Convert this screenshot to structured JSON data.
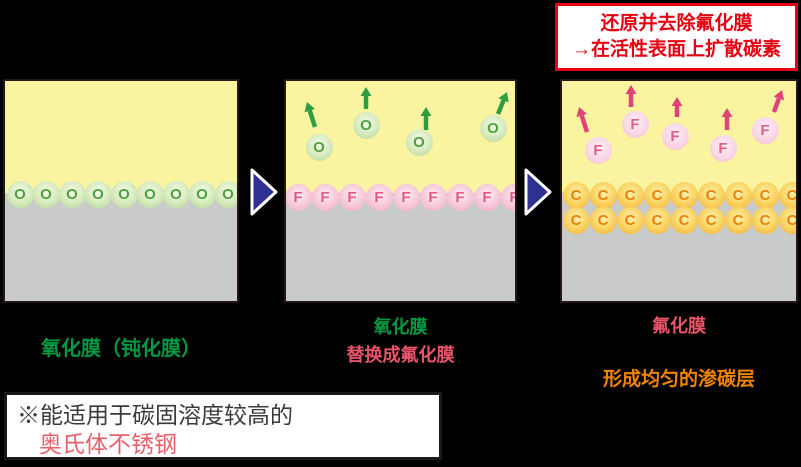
{
  "colors": {
    "background": "#000000",
    "panel_yellow": "#FAF3A0",
    "panel_gray": "#C9CACA",
    "panel_border": "#231815",
    "green": "#009944",
    "pink": "#E8546A",
    "orange": "#F08300",
    "red": "#E60012",
    "navy": "#2E3192",
    "green_arrow": "#2F9E41",
    "pink_arrow": "#E0437A",
    "note_dark": "#3E3A39",
    "note_red": "#E8606B"
  },
  "callout": {
    "line1": "还原并去除氟化膜",
    "line2": "→在活性表面上扩散碳素"
  },
  "panels": [
    {
      "name": "oxide-film-panel",
      "surface": {
        "symbol": "O",
        "count": 9,
        "rows": 1,
        "style": "green",
        "atom_name": "oxygen-atom"
      },
      "floating": {
        "symbol": "",
        "count": 0,
        "style": "",
        "atom_name": ""
      },
      "arrow_color_key": "green_arrow",
      "caption_lines": [
        {
          "text": "氧化膜（钝化膜）",
          "color_key": "green"
        }
      ]
    },
    {
      "name": "fluoride-replacement-panel",
      "surface": {
        "symbol": "F",
        "count": 9,
        "rows": 1,
        "style": "pink",
        "atom_name": "fluorine-atom"
      },
      "floating": {
        "symbol": "O",
        "count": 4,
        "style": "green",
        "atom_name": "oxygen-atom"
      },
      "arrow_color_key": "green_arrow",
      "caption_lines": [
        {
          "text": "氧化膜",
          "color_key": "green"
        },
        {
          "text": "替换成氟化膜",
          "color_key": "pink"
        }
      ]
    },
    {
      "name": "carburizing-panel",
      "surface": {
        "symbol": "C",
        "count": 9,
        "rows": 2,
        "style": "gold",
        "atom_name": "carbon-atom"
      },
      "floating": {
        "symbol": "F",
        "count": 5,
        "style": "pinklight",
        "atom_name": "fluorine-atom"
      },
      "arrow_color_key": "pink_arrow",
      "caption_lines": [
        {
          "text": "氟化膜",
          "color_key": "pink"
        },
        {
          "text": "形成均匀的渗碳层",
          "color_key": "orange"
        }
      ]
    }
  ],
  "note": {
    "line1": "※能适用于碳固溶度较高的",
    "line2": "奥氏体不锈钢"
  }
}
